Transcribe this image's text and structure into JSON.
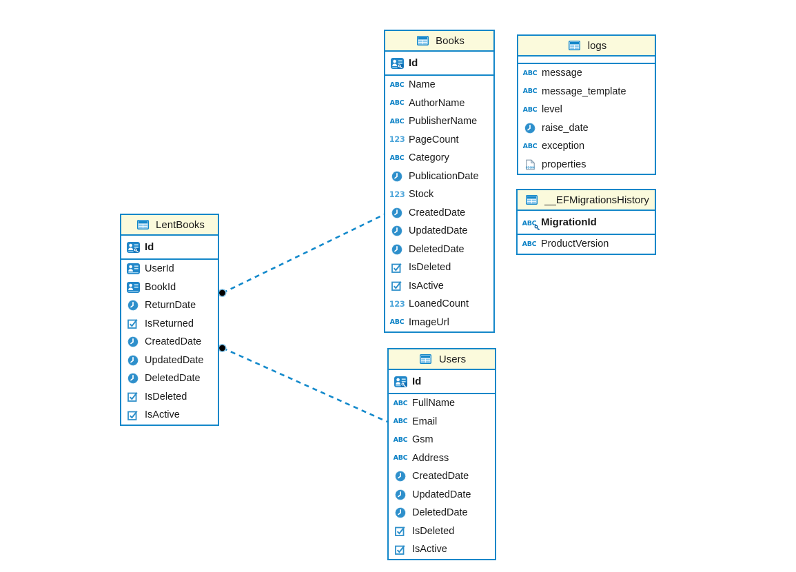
{
  "diagram": {
    "kind": "database-entity-relationship-diagram",
    "colors": {
      "canvas_background": "#FFFFFF",
      "table_border": "#1487C9",
      "header_background": "#FBFADC",
      "title_text": "#1A1A1A",
      "column_text": "#1A1A1A",
      "text_type_icon": "#0D82C6",
      "number_type_icon": "#4FA6DA",
      "datetime_icon": "#2E8FCB",
      "boolean_icon": "#2E8FCA",
      "relation_line": "#1389CB",
      "endpoint_dot": "#000000"
    },
    "tables": [
      {
        "id": "lentbooks",
        "title": "LentBooks",
        "keys": [
          {
            "label": "Id",
            "icon": "primary-key"
          }
        ],
        "columns": [
          {
            "label": "UserId",
            "icon": "foreign-key"
          },
          {
            "label": "BookId",
            "icon": "foreign-key"
          },
          {
            "label": "ReturnDate",
            "icon": "datetime"
          },
          {
            "label": "IsReturned",
            "icon": "boolean"
          },
          {
            "label": "CreatedDate",
            "icon": "datetime"
          },
          {
            "label": "UpdatedDate",
            "icon": "datetime"
          },
          {
            "label": "DeletedDate",
            "icon": "datetime"
          },
          {
            "label": "IsDeleted",
            "icon": "boolean"
          },
          {
            "label": "IsActive",
            "icon": "boolean"
          }
        ]
      },
      {
        "id": "books",
        "title": "Books",
        "keys": [
          {
            "label": "Id",
            "icon": "primary-key"
          }
        ],
        "columns": [
          {
            "label": "Name",
            "icon": "text"
          },
          {
            "label": "AuthorName",
            "icon": "text"
          },
          {
            "label": "PublisherName",
            "icon": "text"
          },
          {
            "label": "PageCount",
            "icon": "number"
          },
          {
            "label": "Category",
            "icon": "text"
          },
          {
            "label": "PublicationDate",
            "icon": "datetime"
          },
          {
            "label": "Stock",
            "icon": "number"
          },
          {
            "label": "CreatedDate",
            "icon": "datetime"
          },
          {
            "label": "UpdatedDate",
            "icon": "datetime"
          },
          {
            "label": "DeletedDate",
            "icon": "datetime"
          },
          {
            "label": "IsDeleted",
            "icon": "boolean"
          },
          {
            "label": "IsActive",
            "icon": "boolean"
          },
          {
            "label": "LoanedCount",
            "icon": "number"
          },
          {
            "label": "ImageUrl",
            "icon": "text"
          }
        ]
      },
      {
        "id": "logs",
        "title": "logs",
        "keys": [],
        "columns": [
          {
            "label": "message",
            "icon": "text"
          },
          {
            "label": "message_template",
            "icon": "text"
          },
          {
            "label": "level",
            "icon": "text"
          },
          {
            "label": "raise_date",
            "icon": "datetime"
          },
          {
            "label": "exception",
            "icon": "text"
          },
          {
            "label": "properties",
            "icon": "json"
          }
        ]
      },
      {
        "id": "efmigrationshistory",
        "title": "__EFMigrationsHistory",
        "keys": [
          {
            "label": "MigrationId",
            "icon": "text-key"
          }
        ],
        "columns": [
          {
            "label": "ProductVersion",
            "icon": "text"
          }
        ]
      },
      {
        "id": "users",
        "title": "Users",
        "keys": [
          {
            "label": "Id",
            "icon": "primary-key"
          }
        ],
        "columns": [
          {
            "label": "FullName",
            "icon": "text"
          },
          {
            "label": "Email",
            "icon": "text"
          },
          {
            "label": "Gsm",
            "icon": "text"
          },
          {
            "label": "Address",
            "icon": "text"
          },
          {
            "label": "CreatedDate",
            "icon": "datetime"
          },
          {
            "label": "UpdatedDate",
            "icon": "datetime"
          },
          {
            "label": "DeletedDate",
            "icon": "datetime"
          },
          {
            "label": "IsDeleted",
            "icon": "boolean"
          },
          {
            "label": "IsActive",
            "icon": "boolean"
          }
        ]
      }
    ],
    "relations": [
      {
        "from": "LentBooks",
        "to": "Books",
        "line_style": "dashed"
      },
      {
        "from": "LentBooks",
        "to": "Users",
        "line_style": "dashed"
      }
    ]
  }
}
